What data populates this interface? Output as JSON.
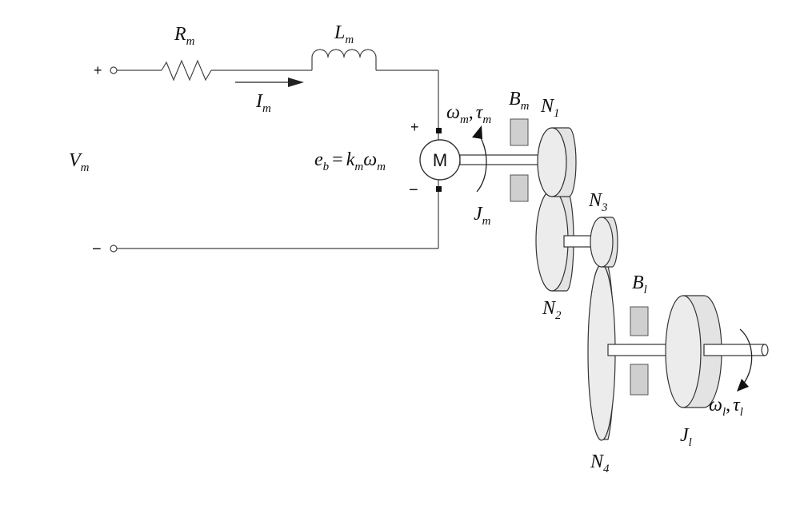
{
  "circuit": {
    "plus_terminal": "+",
    "minus_terminal": "−",
    "resistor": {
      "symbol": "R",
      "subscript": "m"
    },
    "inductor": {
      "symbol": "L",
      "subscript": "m"
    },
    "current": {
      "symbol": "I",
      "subscript": "m"
    },
    "voltage": {
      "symbol": "V",
      "subscript": "m"
    },
    "back_emf": {
      "lhs_symbol": "e",
      "lhs_subscript": "b",
      "equals": "=",
      "k_symbol": "k",
      "k_subscript": "m",
      "w_symbol": "ω",
      "w_subscript": "m"
    },
    "motor_label": "M",
    "motor_plus": "+",
    "motor_minus": "−"
  },
  "mechanical": {
    "motor_speed": {
      "w_symbol": "ω",
      "w_subscript": "m",
      "comma": ",",
      "t_symbol": "τ",
      "t_subscript": "m"
    },
    "motor_inertia": {
      "symbol": "J",
      "subscript": "m"
    },
    "motor_damping": {
      "symbol": "B",
      "subscript": "m"
    },
    "gear_n1": {
      "symbol": "N",
      "subscript": "1"
    },
    "gear_n2": {
      "symbol": "N",
      "subscript": "2"
    },
    "gear_n3": {
      "symbol": "N",
      "subscript": "3"
    },
    "gear_n4": {
      "symbol": "N",
      "subscript": "4"
    },
    "load_damping": {
      "symbol": "B",
      "subscript": "l"
    },
    "load_inertia": {
      "symbol": "J",
      "subscript": "l"
    },
    "load_speed": {
      "w_symbol": "ω",
      "w_subscript": "l",
      "comma": ",",
      "t_symbol": "τ",
      "t_subscript": "l"
    }
  }
}
